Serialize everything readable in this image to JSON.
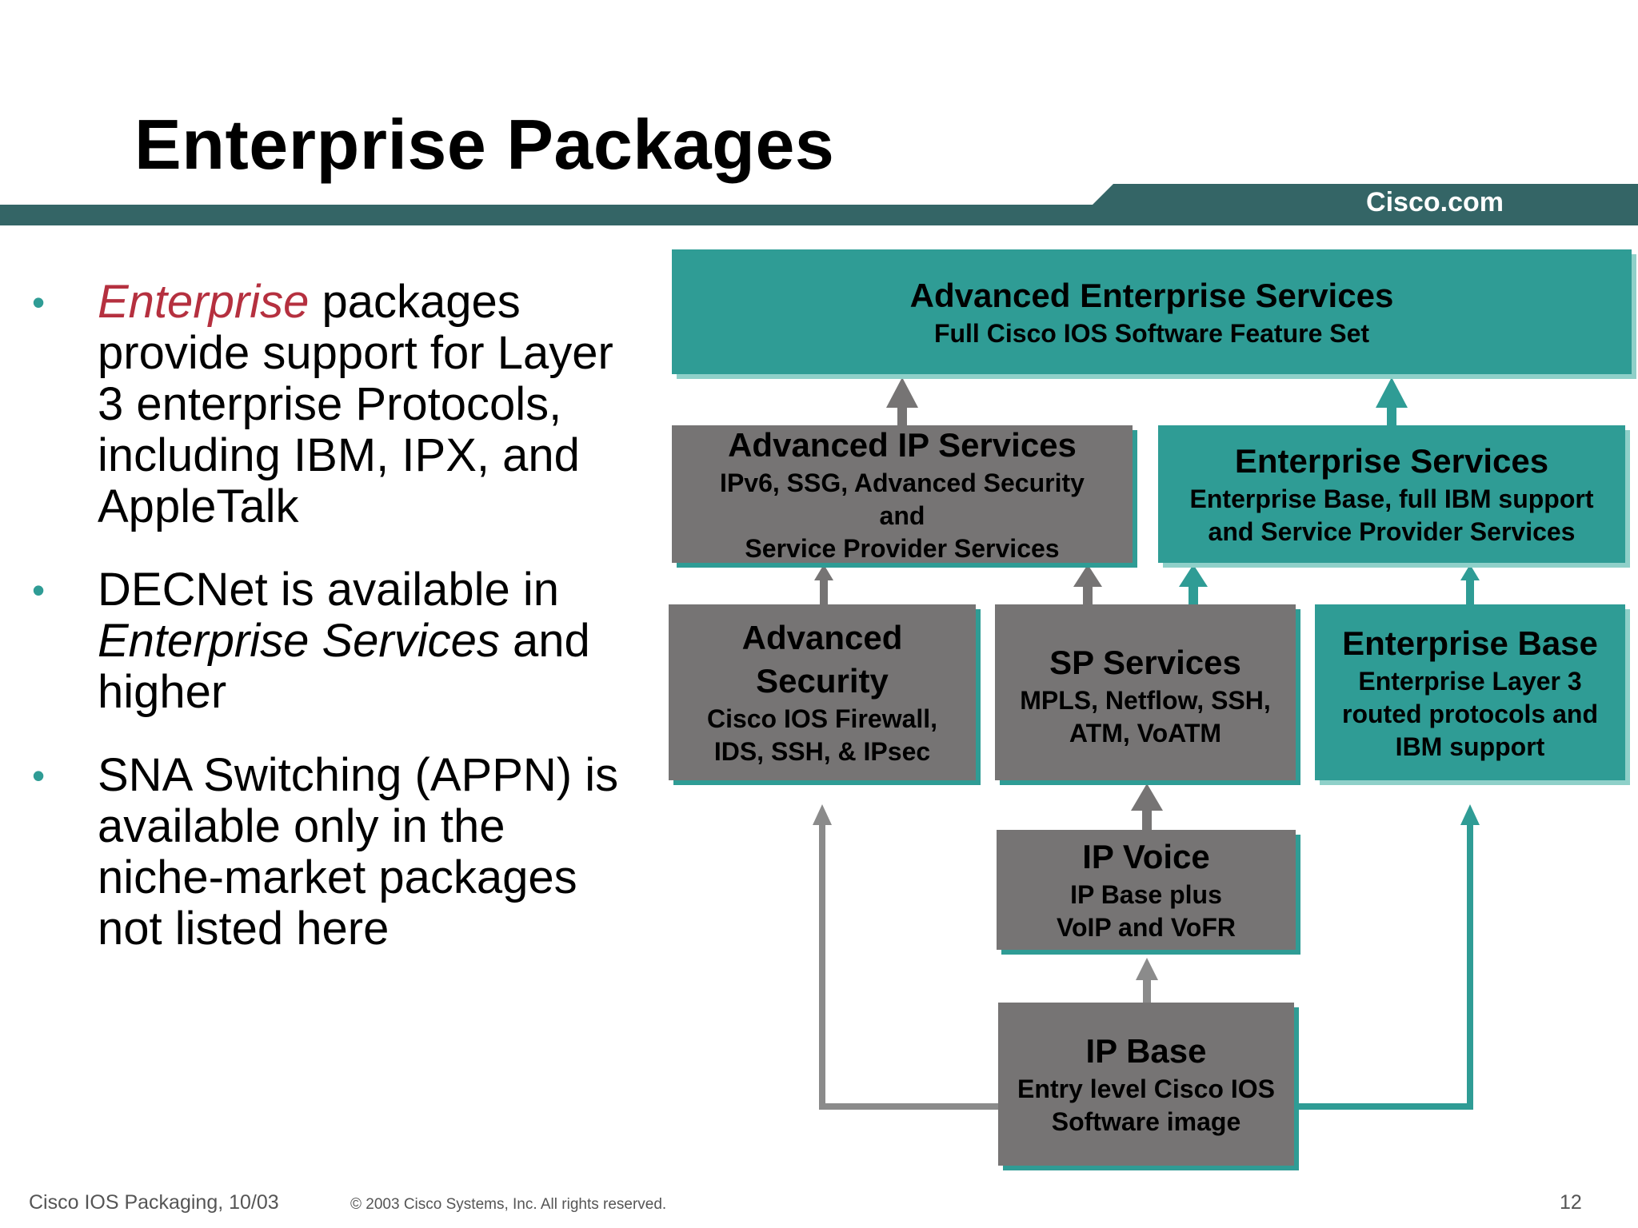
{
  "header": {
    "title": "Enterprise Packages",
    "brand": "Cisco.com",
    "bar_color": "#346566"
  },
  "bullets": [
    {
      "accent": "Enterprise",
      "text": " packages provide support for Layer 3 enterprise Protocols, including IBM, IPX, and AppleTalk"
    },
    {
      "pre": "DECNet is available in ",
      "italic": "Enterprise Services",
      "post": " and higher"
    },
    {
      "text": "SNA Switching (APPN) is available only in the niche-market packages not listed here"
    }
  ],
  "boxes": {
    "advanced_enterprise": {
      "title": "Advanced Enterprise Services",
      "desc": "Full  Cisco IOS Software Feature Set"
    },
    "advanced_ip": {
      "title": "Advanced IP Services",
      "desc": [
        "IPv6, SSG, Advanced Security",
        "and",
        "Service Provider Services"
      ]
    },
    "enterprise_services": {
      "title": "Enterprise Services",
      "desc": [
        "Enterprise Base, full IBM support",
        "and Service Provider Services"
      ]
    },
    "advanced_security": {
      "title": [
        "Advanced",
        "Security"
      ],
      "desc": [
        "Cisco IOS Firewall,",
        "IDS, SSH, & IPsec"
      ]
    },
    "sp_services": {
      "title": "SP Services",
      "desc": [
        "MPLS, Netflow, SSH,",
        "ATM, VoATM"
      ]
    },
    "enterprise_base": {
      "title": "Enterprise Base",
      "desc": [
        "Enterprise Layer 3",
        "routed protocols and",
        "IBM support"
      ]
    },
    "ip_voice": {
      "title": "IP Voice",
      "desc": [
        "IP Base plus",
        "VoIP and VoFR"
      ]
    },
    "ip_base": {
      "title": "IP Base",
      "desc": [
        "Entry level Cisco IOS",
        "Software image"
      ]
    }
  },
  "colors": {
    "teal": "#2f9c95",
    "gray": "#767474",
    "arrow_gray": "#8b8b8b",
    "accent_red": "#b5303f"
  },
  "footer": {
    "left": "Cisco IOS Packaging, 10/03",
    "copyright": "© 2003 Cisco Systems, Inc. All rights reserved.",
    "page": "12"
  }
}
